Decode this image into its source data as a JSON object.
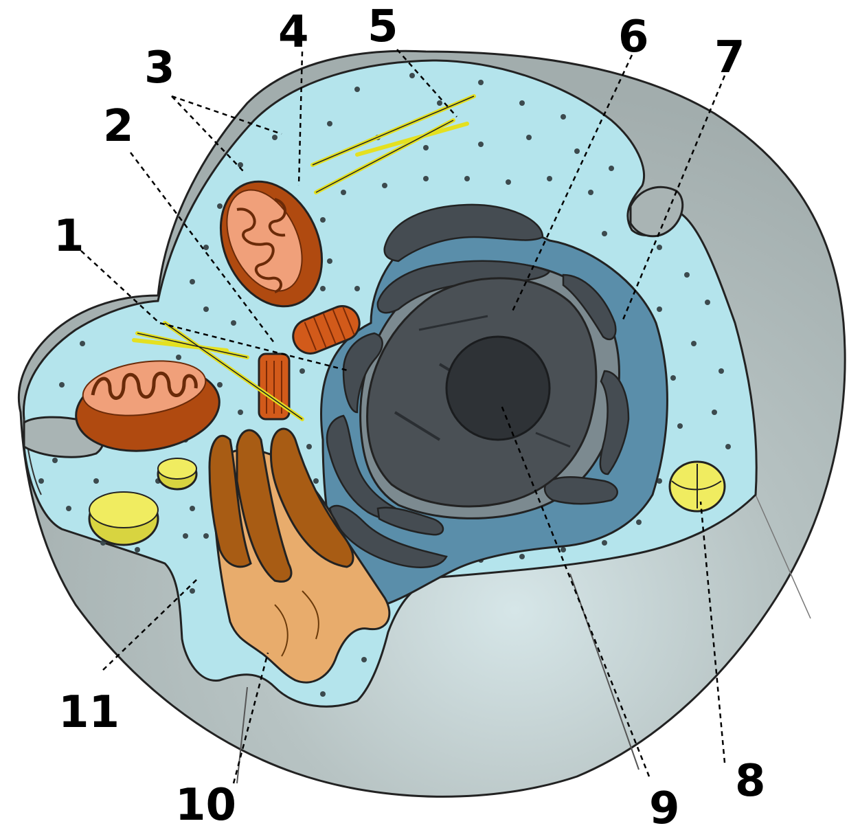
{
  "diagram": {
    "labels": [
      {
        "id": "1",
        "text": "1"
      },
      {
        "id": "2",
        "text": "2"
      },
      {
        "id": "3",
        "text": "3"
      },
      {
        "id": "4",
        "text": "4"
      },
      {
        "id": "5",
        "text": "5"
      },
      {
        "id": "6",
        "text": "6"
      },
      {
        "id": "7",
        "text": "7"
      },
      {
        "id": "8",
        "text": "8"
      },
      {
        "id": "9",
        "text": "9"
      },
      {
        "id": "10",
        "text": "10"
      },
      {
        "id": "11",
        "text": "11"
      }
    ],
    "colors": {
      "membrane_outer": "#a9b4b4",
      "cytoplasm": "#b4e4ec",
      "mitochondria": "#b04a10",
      "mitochondria_inner": "#f0a07a",
      "golgi_dark": "#a85c14",
      "golgi_light": "#e8ac6c",
      "er": "#5a8eaa",
      "nucleus": "#4a5055",
      "nucleolus": "#2e3236",
      "vesicle": "#f0ec60",
      "microfilament": "#e4e020"
    }
  }
}
